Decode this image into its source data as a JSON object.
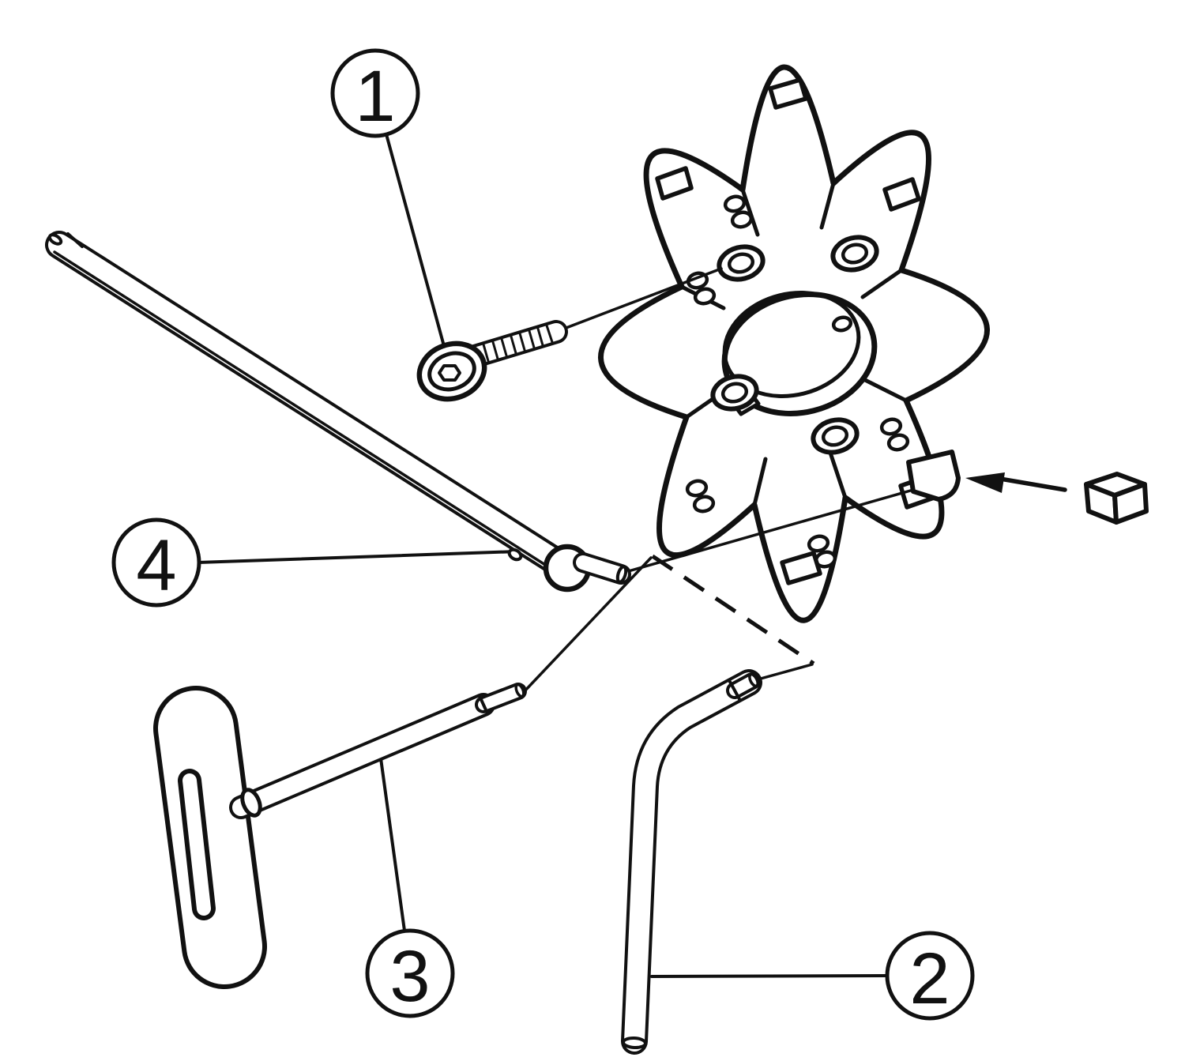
{
  "diagram": {
    "background_color": "#ffffff",
    "line_color": "#111111",
    "callouts": [
      {
        "number": "1",
        "part": "countersunk-clamp-screw"
      },
      {
        "number": "2",
        "part": "l-shaped-hex-key"
      },
      {
        "number": "3",
        "part": "t-handle-key"
      },
      {
        "number": "4",
        "part": "shim-wrench-bar"
      }
    ]
  }
}
